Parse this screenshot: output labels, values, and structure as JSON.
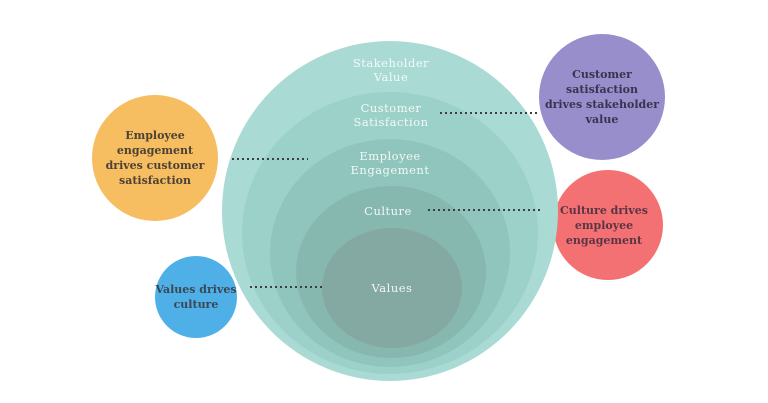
{
  "diagram": {
    "type": "concentric-onion-diagram",
    "background": "#ffffff",
    "connector_color": "#3e3e3e",
    "rings": [
      {
        "id": "stakeholder-value",
        "label": "Stakeholder\nValue",
        "color": "#a9dbd4",
        "text_color": "#f4fbf9"
      },
      {
        "id": "customer-satisfaction",
        "label": "Customer\nSatisfaction",
        "color": "#9cd1ca",
        "text_color": "#f4fbf9"
      },
      {
        "id": "employee-engagement",
        "label": "Employee\nEngagement",
        "color": "#90c5bd",
        "text_color": "#f4fbf9"
      },
      {
        "id": "culture",
        "label": "Culture",
        "color": "#87b8b0",
        "text_color": "#f4fbf9"
      },
      {
        "id": "values",
        "label": "Values",
        "color": "#84a8a2",
        "text_color": "#f4fbf9"
      }
    ],
    "satellites": [
      {
        "id": "employee-engagement-drives-customer-satisfaction",
        "label": "Employee engagement\ndrives customer\nsatisfaction",
        "color": "#f6bd61",
        "text_color": "#4c4136"
      },
      {
        "id": "values-drives-culture",
        "label": "Values drives\nculture",
        "color": "#4fb0e8",
        "text_color": "#3b4754"
      },
      {
        "id": "customer-satisfaction-drives-stakeholder-value",
        "label": "Customer satisfaction\ndrives stakeholder value",
        "color": "#978ecb",
        "text_color": "#37344e"
      },
      {
        "id": "culture-drives-employee-engagement",
        "label": "Culture drives\nemployee\nengagement",
        "color": "#f37173",
        "text_color": "#5c3544"
      }
    ],
    "connectors": [
      {
        "from": "employee-engagement-drives-customer-satisfaction",
        "to": "employee-engagement",
        "style": "dotted"
      },
      {
        "from": "customer-satisfaction-drives-stakeholder-value",
        "to": "customer-satisfaction",
        "style": "dotted"
      },
      {
        "from": "culture",
        "to": "culture-drives-employee-engagement",
        "style": "dotted"
      },
      {
        "from": "values-drives-culture",
        "to": "values",
        "style": "dotted"
      }
    ]
  }
}
